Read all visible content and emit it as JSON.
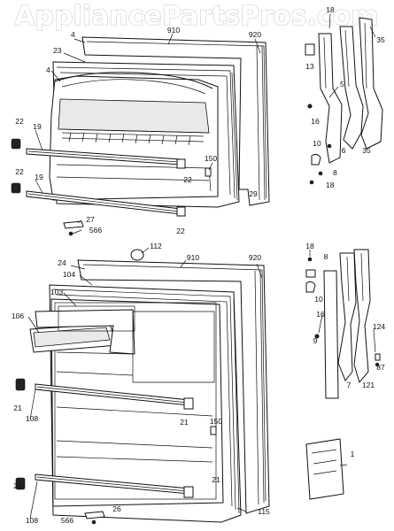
{
  "watermark": "AppliancePartsPros.com",
  "colors": {
    "line": "#111111",
    "background": "#ffffff",
    "watermark_outline": "#c9c9c9"
  },
  "labels": {
    "p18a": "18",
    "p4a": "4",
    "p910a": "910",
    "p920a": "920",
    "p35a": "35",
    "p23": "23",
    "p13": "13",
    "p4b": "4",
    "p5": "5",
    "p16a": "16",
    "p22a": "22",
    "p19a": "19",
    "p10a": "10",
    "p6": "6",
    "p35b": "35",
    "p8a": "8",
    "p18b": "18",
    "p150a": "150",
    "p22b": "22",
    "p29": "29",
    "p22c": "22",
    "p19b": "19",
    "p27": "27",
    "p566a": "566",
    "p22d": "22",
    "p112": "112",
    "p24": "24",
    "p910b": "910",
    "p920b": "920",
    "p18c": "18",
    "p8b": "8",
    "p104": "104",
    "p103": "103",
    "p10b": "10",
    "p106": "106",
    "p16b": "16",
    "p9": "9",
    "p124": "124",
    "p87": "87",
    "p21a": "21",
    "p7": "7",
    "p121": "121",
    "p108a": "108",
    "p21b": "21",
    "p150b": "150",
    "p1": "1",
    "p21c": "21",
    "p21d": "21",
    "p108b": "108",
    "p115": "115",
    "p566b": "566",
    "p26": "26"
  }
}
